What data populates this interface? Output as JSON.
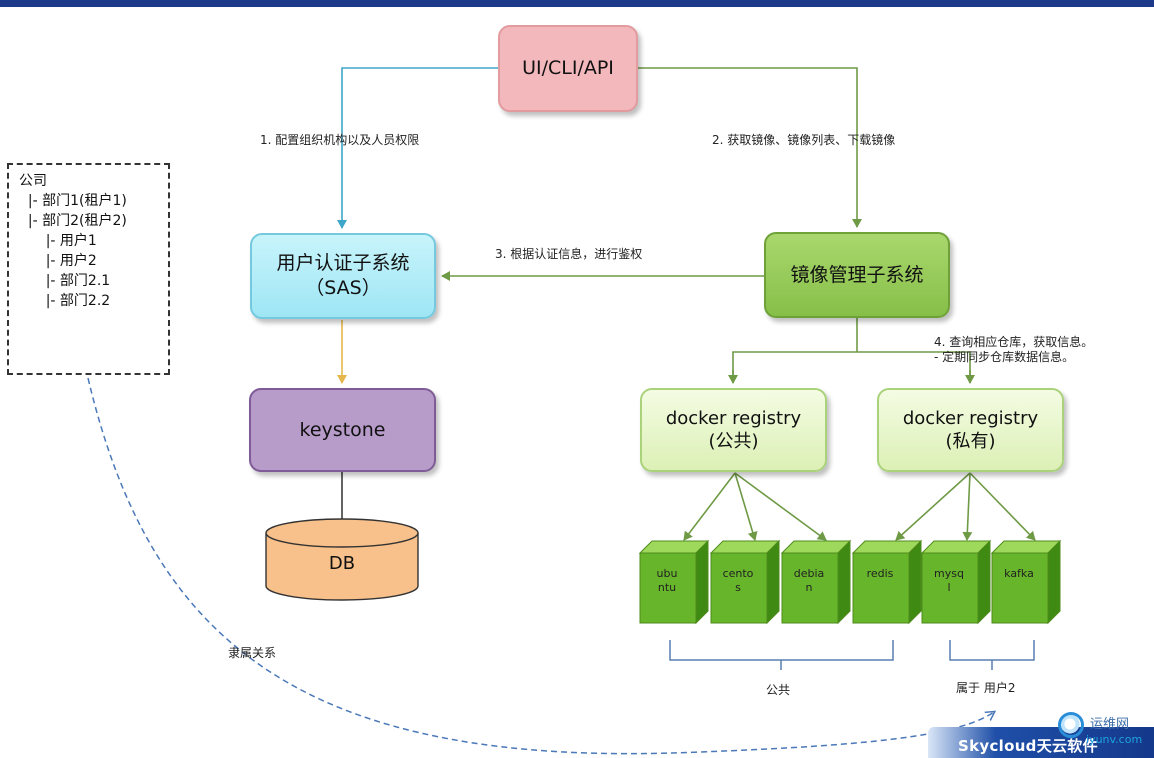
{
  "nodes": {
    "ui": "UI/CLI/API",
    "sas_line1": "用户认证子系统",
    "sas_line2": "（SAS）",
    "mirror": "镜像管理子系统",
    "keystone": "keystone",
    "db": "DB",
    "registry_public_line1": "docker registry",
    "registry_public_line2": "(公共)",
    "registry_private_line1": "docker registry",
    "registry_private_line2": "(私有)"
  },
  "edges": {
    "step1": "1. 配置组织机构以及人员权限",
    "step2": "2. 获取镜像、镜像列表、下载镜像",
    "step3": "3. 根据认证信息，进行鉴权",
    "step4_line1": "4. 查询相应仓库，获取信息。",
    "step4_line2": "-  定期同步仓库数据信息。",
    "belongs": "隶属关系"
  },
  "org_tree": {
    "root": "公司",
    "dept1": "|- 部门1(租户1)",
    "dept2": "|- 部门2(租户2)",
    "user1": "|- 用户1",
    "user2": "|- 用户2",
    "dept21": "|- 部门2.1",
    "dept22": "|- 部门2.2"
  },
  "images": {
    "ubuntu_a": "ubu",
    "ubuntu_b": "ntu",
    "centos_a": "cento",
    "centos_b": "s",
    "debian_a": "debia",
    "debian_b": "n",
    "redis": "redis",
    "mysql_a": "mysq",
    "mysql_b": "l",
    "kafka": "kafka"
  },
  "groups": {
    "public": "公共",
    "user2": "属于 用户2"
  },
  "branding": {
    "logo": "Skycloud天云软件",
    "watermark": "运维网",
    "watermark_url": "iyunv.com"
  },
  "colors": {
    "ui_box": "#f2b8bc",
    "sas_box": "#9ee6f5",
    "mirror_box": "#86bf48",
    "keystone_box": "#b79bc9",
    "db": "#f8c08a",
    "registry_box": "#e8f6c9",
    "cube": "#6fbf2e"
  }
}
